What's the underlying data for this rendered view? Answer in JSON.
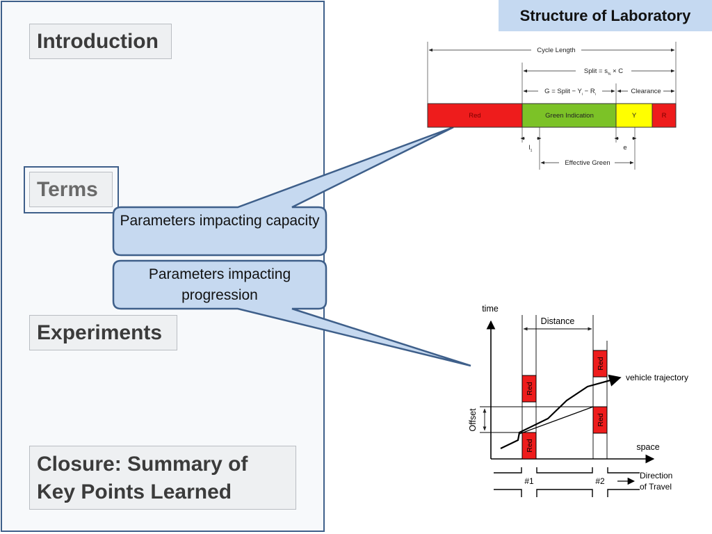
{
  "menu": {
    "introduction": "Introduction",
    "terms": "Terms",
    "experiments": "Experiments",
    "closure": "Closure: Summary of Key Points Learned"
  },
  "callouts": {
    "capacity": "Parameters impacting capacity",
    "progression": "Parameters impacting progression"
  },
  "title": "Structure of Laboratory",
  "cycle_diagram": {
    "cycle_length": "Cycle Length",
    "split_prefix": "Split = s",
    "split_sub": "%",
    "split_suffix": " × C",
    "green_formula": "G = Split − Y",
    "green_formula_mid": " − R",
    "sub_i": "i",
    "clearance": "Clearance",
    "red": "Red",
    "green_indication": "Green Indication",
    "yellow": "Y",
    "red_short": "R",
    "l_label": "l",
    "l_sub": "1",
    "e_label": "e",
    "effective_green": "Effective Green"
  },
  "ts_diagram": {
    "time": "time",
    "distance": "Distance",
    "vehicle_trajectory": "vehicle trajectory",
    "offset": "Offset",
    "space": "space",
    "red": "Red",
    "int1": "#1",
    "int2": "#2",
    "direction1": "Direction",
    "direction2": "of Travel"
  },
  "colors": {
    "red": "#ee1c1c",
    "green": "#7cc227",
    "yellow": "#ffff00",
    "callout_fill": "#c6d9f0",
    "callout_stroke": "#3e5f8a"
  }
}
